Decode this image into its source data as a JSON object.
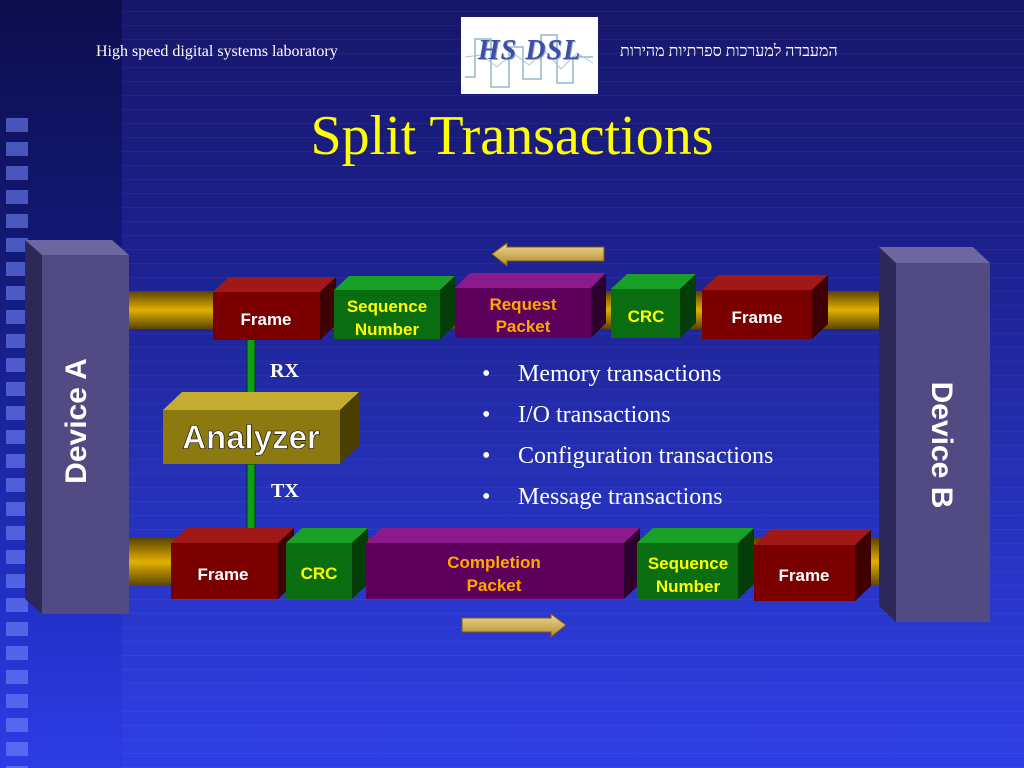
{
  "header": {
    "lab_name": "High speed digital systems laboratory",
    "lab_name_hebrew": "המעבדה למערכות ספרתיות מהירות",
    "logo_text": "HS DSL"
  },
  "title": "Split Transactions",
  "devices": {
    "a": "Device A",
    "b": "Device B"
  },
  "analyzer": {
    "label": "Analyzer",
    "rx": "RX",
    "tx": "TX"
  },
  "top_packet": {
    "frame_left": "Frame",
    "sequence_line1": "Sequence",
    "sequence_line2": "Number",
    "request_line1": "Request",
    "request_line2": "Packet",
    "crc": "CRC",
    "frame_right": "Frame"
  },
  "bottom_packet": {
    "frame_left": "Frame",
    "crc": "CRC",
    "completion_line1": "Completion",
    "completion_line2": "Packet",
    "sequence_line1": "Sequence",
    "sequence_line2": "Number",
    "frame_right": "Frame"
  },
  "bullets": [
    "Memory transactions",
    "I/O transactions",
    "Configuration transactions",
    "Message transactions"
  ],
  "bullet_char": "•",
  "colors": {
    "title": "#ffff00",
    "frame": "#7a0000",
    "seq_crc": "#0a6e10",
    "packet": "#5c005c",
    "packet_text": "#ffa800",
    "analyzer": "#8c7a10",
    "device": "#524a82",
    "pipe": "#c89a00"
  }
}
